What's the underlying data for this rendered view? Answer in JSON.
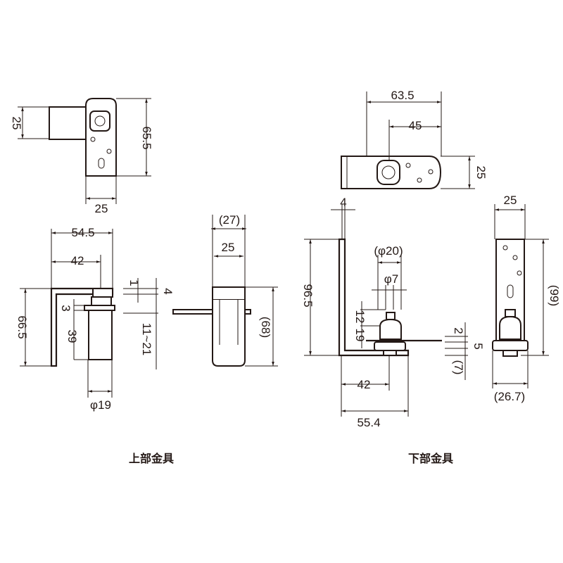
{
  "upper": {
    "caption": "上部金具",
    "top_view": {
      "height": "25",
      "total_height": "65.5",
      "width": "25"
    },
    "front_view": {
      "length": "54.5",
      "offset": "42",
      "gap_top": "1",
      "gap": "4",
      "flange": "3",
      "cylinder_length": "39",
      "bracket_height": "66.5",
      "adjust_range": "11~21",
      "diameter": "φ19"
    },
    "side_view": {
      "overall_width": "(27)",
      "width": "25",
      "height": "(68)"
    }
  },
  "lower": {
    "caption": "下部金具",
    "top_view": {
      "length": "63.5",
      "offset": "45",
      "width": "25"
    },
    "front_view": {
      "thickness": "4",
      "height": "96.5",
      "outer_diameter": "(φ20)",
      "pin_diameter": "φ7",
      "pin_height": "12",
      "base_height": "19",
      "plate_thickness": "2",
      "plate_gap": "5",
      "below": "(7)",
      "offset": "42",
      "length": "55.4"
    },
    "side_view": {
      "width": "25",
      "height": "(99)",
      "overall_width": "(26.7)"
    }
  }
}
